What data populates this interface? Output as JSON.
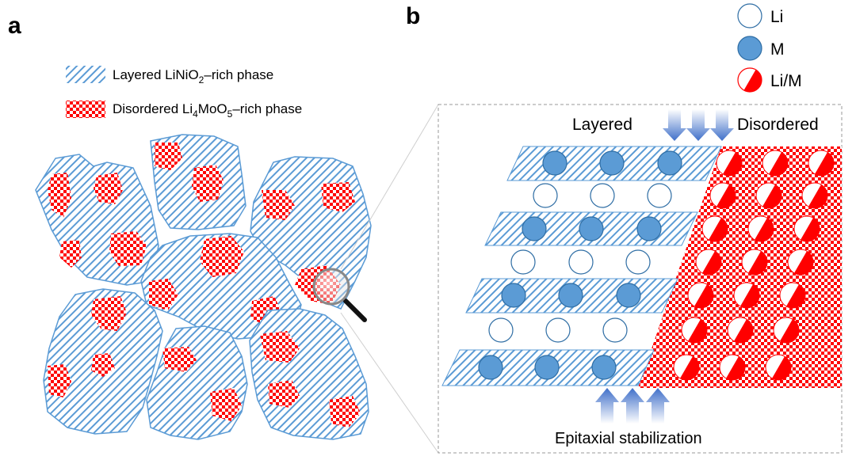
{
  "panels": {
    "a_label": "a",
    "b_label": "b"
  },
  "legend_a": {
    "layered": {
      "prefix": "Layered LiNiO",
      "sub": "2",
      "suffix": "–rich phase"
    },
    "disordered": {
      "prefix": "Disordered Li",
      "sub1": "4",
      "mid": "MoO",
      "sub2": "5",
      "suffix": "–rich phase"
    }
  },
  "legend_b": {
    "li": "Li",
    "m": "M",
    "lim": "Li/M"
  },
  "diagram": {
    "layered_label": "Layered",
    "disordered_label": "Disordered",
    "bottom_caption": "Epitaxial stabilization"
  },
  "colors": {
    "hatch_blue": "#5b9bd5",
    "m_fill": "#5b9bd5",
    "m_stroke": "#2e6da4",
    "li_stroke": "#2e6da4",
    "red": "#ff0000",
    "arrow_blue": "#3f6fc9"
  }
}
